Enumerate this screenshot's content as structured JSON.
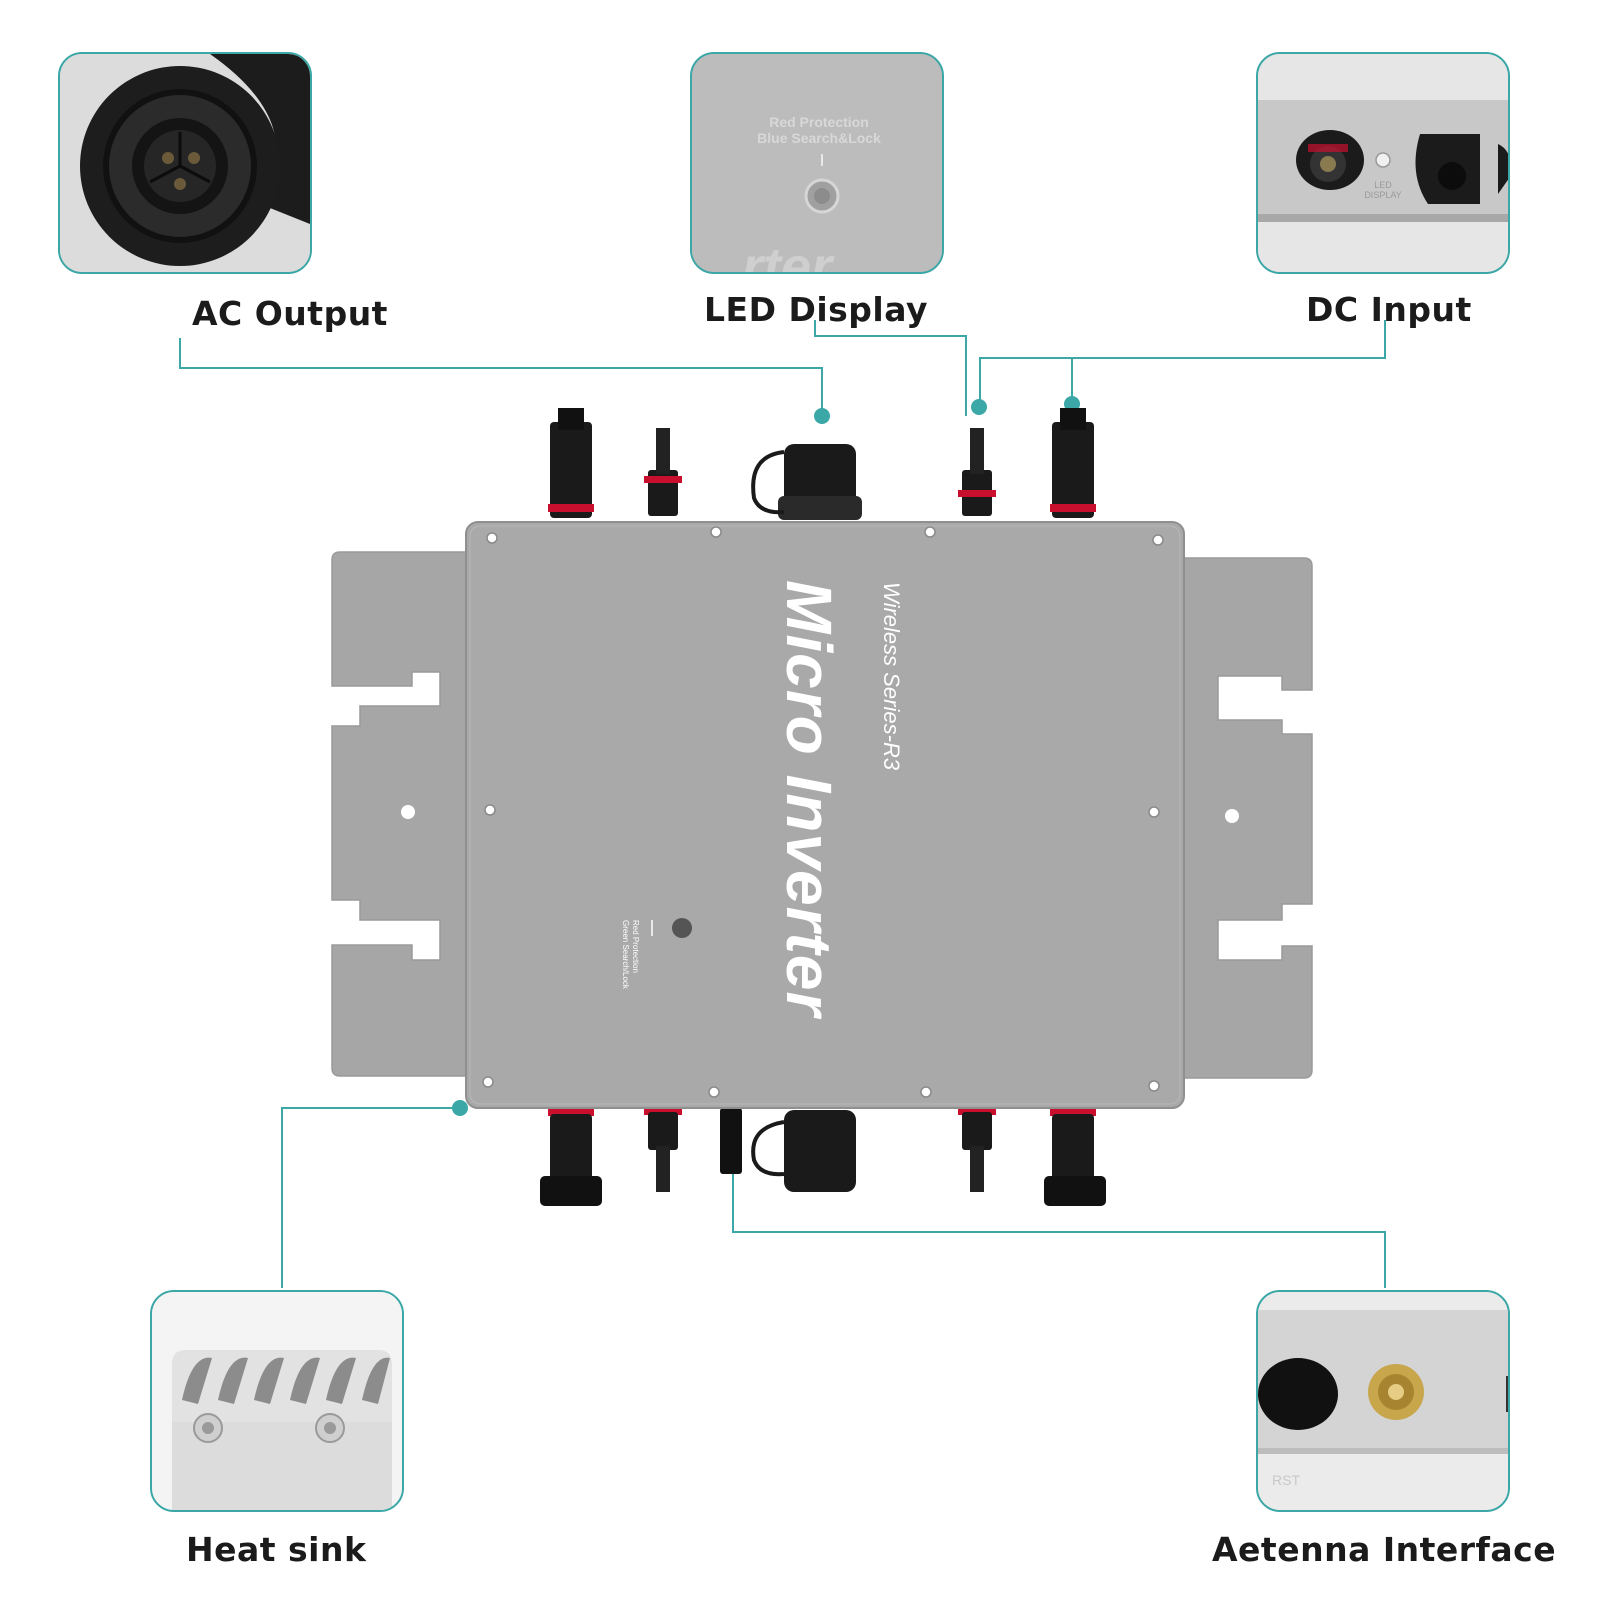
{
  "callouts": {
    "ac_output": {
      "label": "AC Output"
    },
    "led_display": {
      "label": "LED Display",
      "photo_text_line1": "Red Protection",
      "photo_text_line2": "Blue Search&Lock",
      "photo_watermark": "rter"
    },
    "dc_input": {
      "label": "DC Input",
      "photo_led_text_line1": "LED",
      "photo_led_text_line2": "DISPLAY"
    },
    "heat_sink": {
      "label": "Heat sink"
    },
    "antenna_interface": {
      "label": "Aetenna Interface",
      "photo_text": "RST"
    }
  },
  "device": {
    "series_text": "Wireless Series-R3",
    "name_text": "Micro Inverter",
    "indicator_line1": "Red Protection",
    "indicator_line2": "Green Search/Lock"
  },
  "colors": {
    "accent": "#3ba7a6",
    "housing": "#a8a8a8",
    "housing_dark": "#8f8f8f",
    "connector": "#1a1a1a",
    "seal_red": "#c8102e"
  }
}
